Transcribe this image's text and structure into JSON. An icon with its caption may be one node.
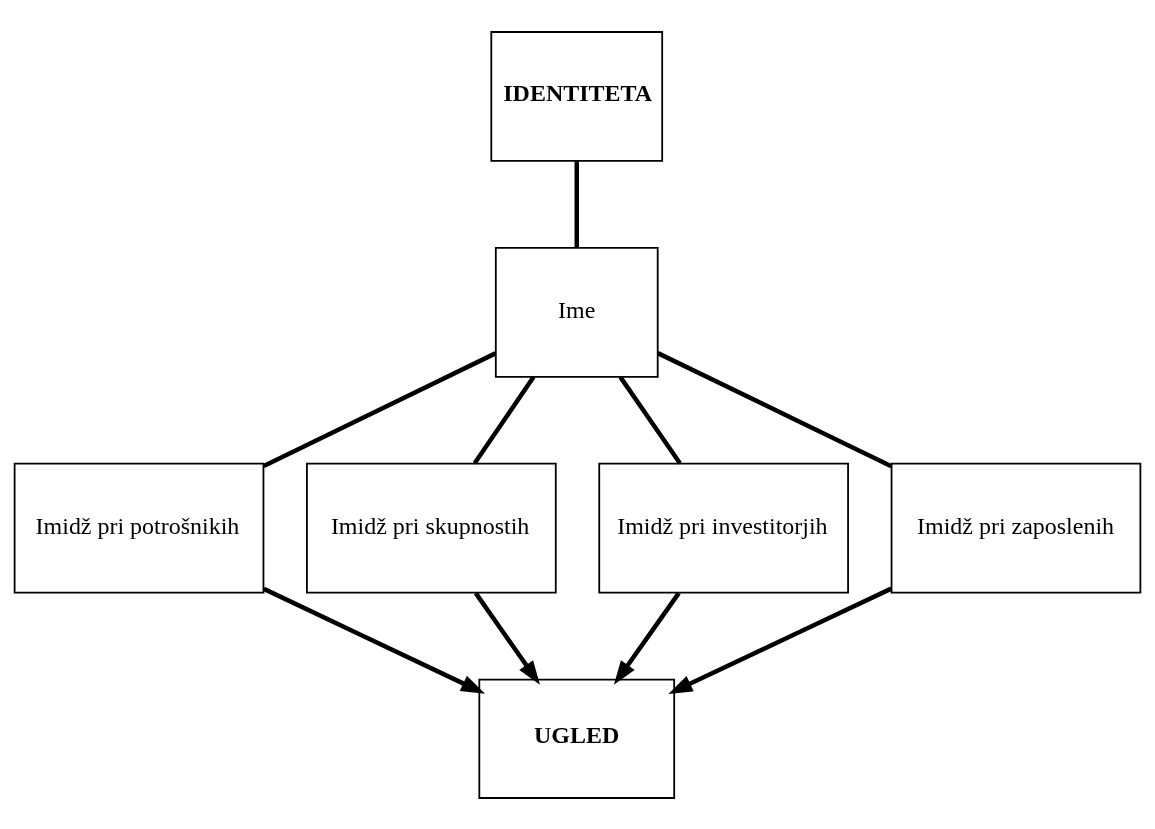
{
  "diagram": {
    "nodes": [
      {
        "text": [
          "IDENTITETA"
        ]
      },
      {
        "text": [
          "Ime"
        ]
      },
      {
        "text": [
          "Imidž pri potrošnikih"
        ]
      },
      {
        "text": [
          "Imidž pri skupnostih"
        ]
      },
      {
        "text": [
          "Imidž pri investitorjih"
        ]
      },
      {
        "text": [
          "Imidž pri zaposlenih"
        ]
      },
      {
        "text": [
          "UGLED"
        ]
      }
    ],
    "edges": [
      {
        "from": 0,
        "to": 1,
        "arrow": "none"
      },
      {
        "from": 1,
        "to": 2,
        "arrow": "none"
      },
      {
        "from": 1,
        "to": 3,
        "arrow": "none"
      },
      {
        "from": 1,
        "to": 4,
        "arrow": "none"
      },
      {
        "from": 1,
        "to": 5,
        "arrow": "none"
      },
      {
        "from": 2,
        "to": 6,
        "arrow": "to"
      },
      {
        "from": 3,
        "to": 6,
        "arrow": "to"
      },
      {
        "from": 4,
        "to": 6,
        "arrow": "to"
      },
      {
        "from": 5,
        "to": 6,
        "arrow": "to"
      }
    ]
  }
}
